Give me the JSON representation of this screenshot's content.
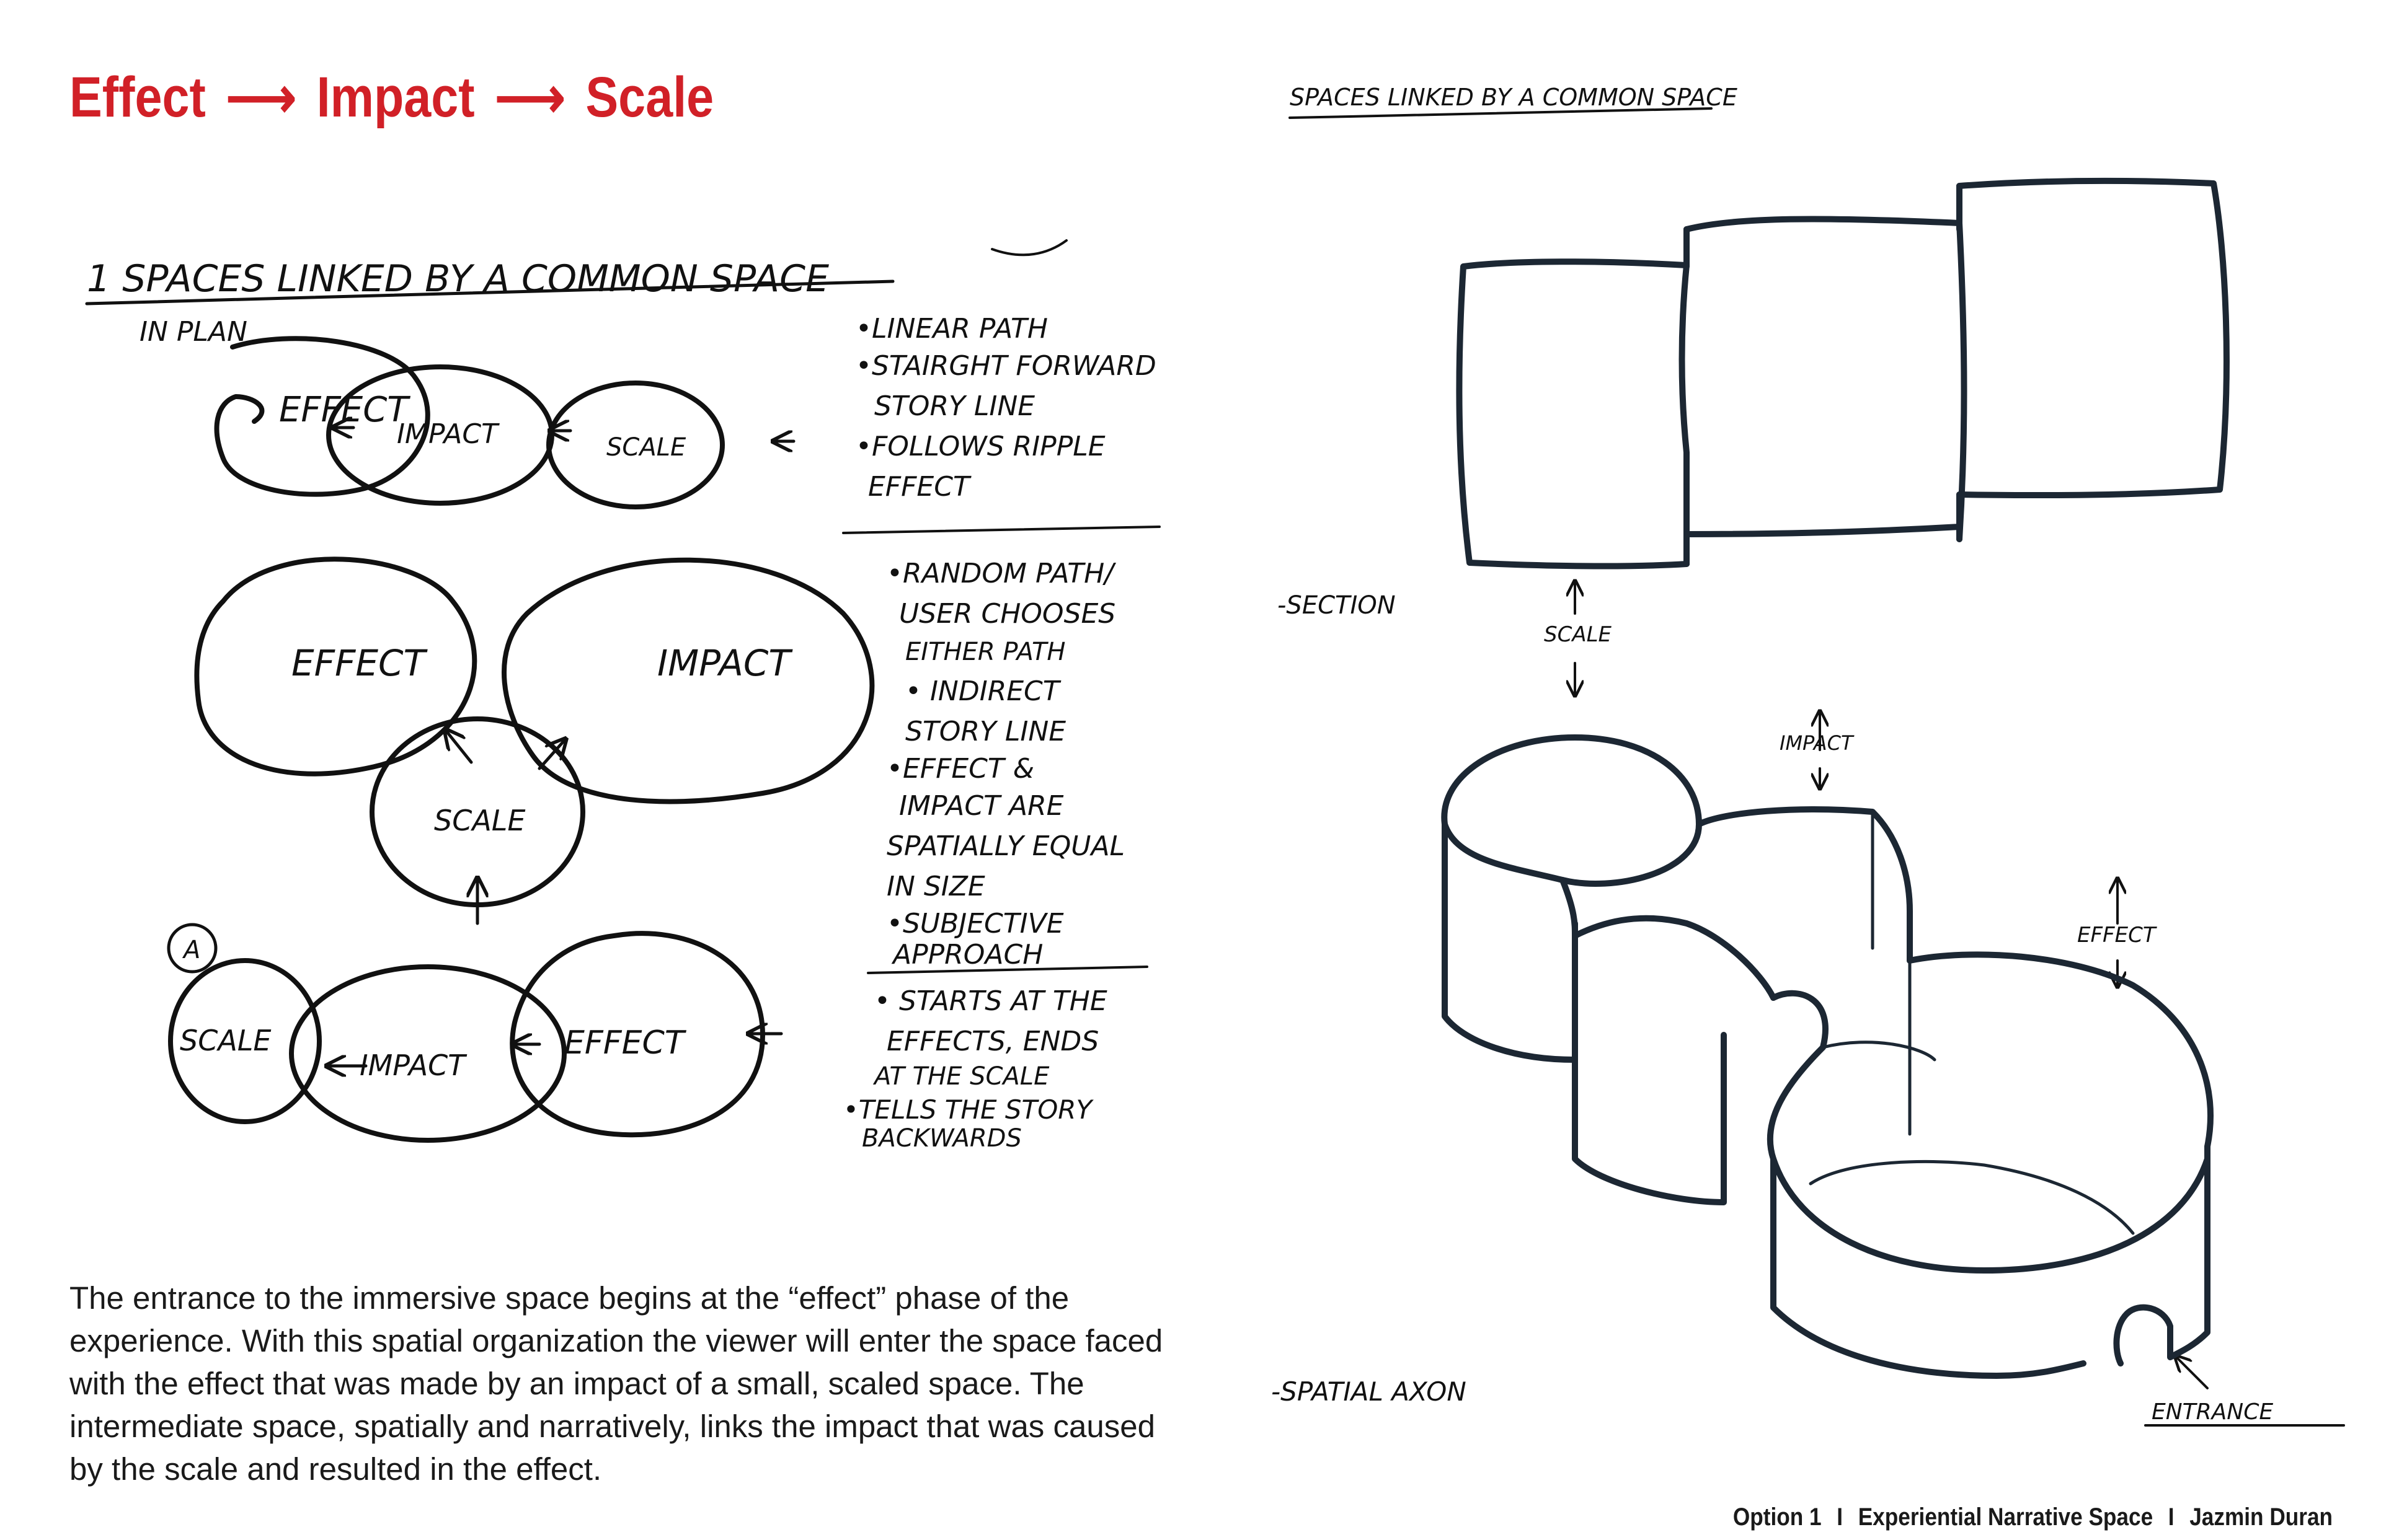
{
  "header": {
    "title_parts": [
      "Effect",
      "Impact",
      "Scale"
    ],
    "arrow_glyph": "⟶",
    "color": "#d12027"
  },
  "left_sketch": {
    "heading": "1 SPACES LINKED BY A COMMON SPACE",
    "subheading": "IN PLAN",
    "row1": {
      "bubbles": [
        "EFFECT",
        "IMPACT",
        "SCALE"
      ],
      "notes": [
        "•LINEAR PATH",
        "•STAIRGHT FORWARD",
        "STORY LINE",
        "•FOLLOWS RIPPLE",
        "EFFECT"
      ]
    },
    "row2": {
      "bubbles": [
        "EFFECT",
        "IMPACT",
        "SCALE"
      ],
      "notes": [
        "•RANDOM PATH/",
        "USER CHOOSES",
        "EITHER PATH",
        "• INDIRECT",
        "STORY LINE",
        "•EFFECT &",
        "IMPACT ARE",
        "SPATIALLY EQUAL",
        "IN SIZE",
        "•SUBJECTIVE",
        "APPROACH"
      ]
    },
    "row3": {
      "marker": "A",
      "bubbles": [
        "SCALE",
        "IMPACT",
        "EFFECT"
      ],
      "notes": [
        "• STARTS AT THE",
        "EFFECTS, ENDS",
        "AT THE SCALE",
        "•TELLS THE STORY",
        "BACKWARDS"
      ]
    }
  },
  "right_sketch": {
    "heading": "SPACES LINKED BY A COMMON SPACE",
    "section_label": "-SECTION",
    "axon_label": "-SPATIAL AXON",
    "labels": {
      "scale": "SCALE",
      "impact": "IMPACT",
      "effect": "EFFECT",
      "entrance": "ENTRANCE"
    }
  },
  "description": {
    "text": "The entrance to the immersive space begins at the “effect” phase of the experience. With this spatial organization the viewer will enter the space faced with the effect that was made by an impact of a small, scaled space.  The intermediate space, spatially and narratively, links the impact that was caused by the scale and resulted in the effect."
  },
  "footer": {
    "parts": [
      "Option 1",
      "Experiential Narrative Space",
      "Jazmin Duran"
    ],
    "separator": "I"
  }
}
